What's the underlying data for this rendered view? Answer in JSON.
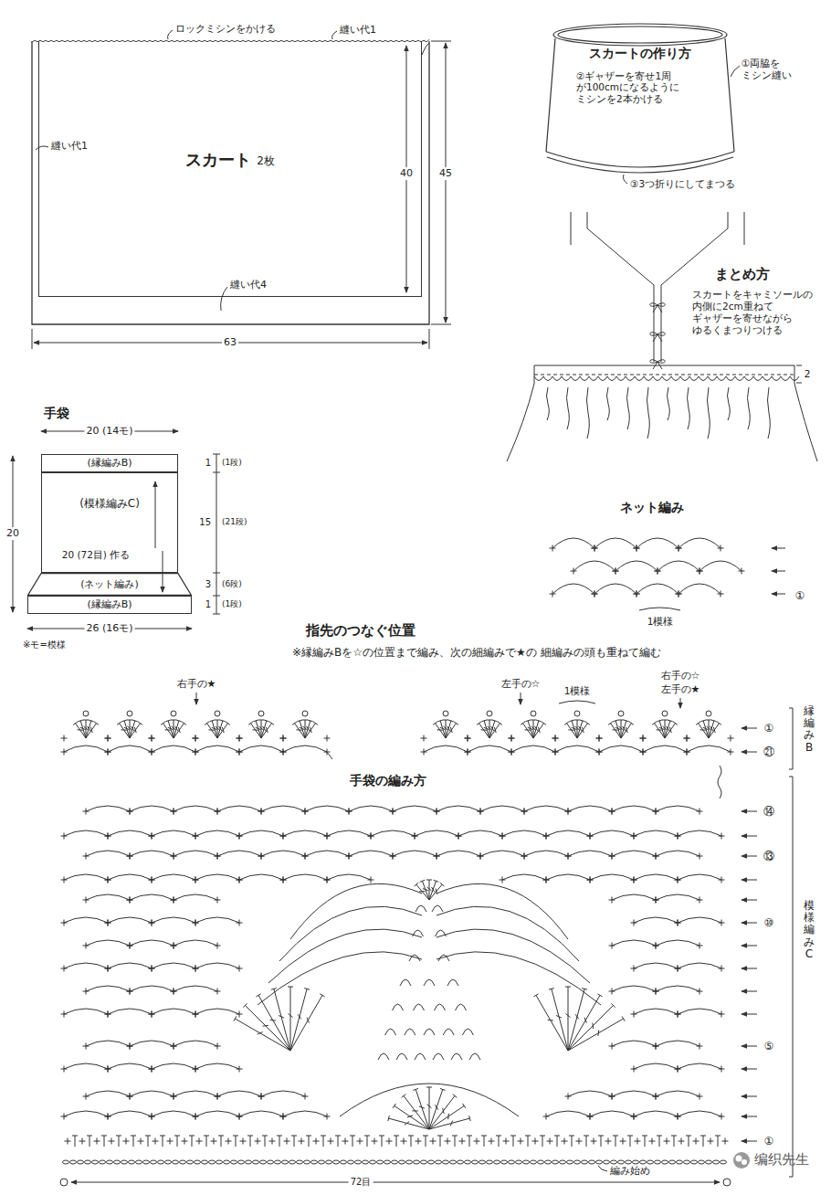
{
  "diagram": {
    "nodes": [
      {
        "text": [
          "スカート",
          "2枚"
        ]
      },
      {
        "text": [
          "スカートの作り方",
          "②ギャザーを寄せ1周 が100cmになるように ミシンを2本かける"
        ]
      },
      {
        "text": [
          "(縁編みB)"
        ]
      },
      {
        "text": [
          "(模様編みC)"
        ]
      },
      {
        "text": [
          "(ネット編み)"
        ]
      },
      {
        "text": [
          "(縁編みB)"
        ]
      }
    ],
    "labels": [
      "ロックミシンをかける",
      "縫い代1",
      "縫い代1",
      "40",
      "45",
      "縫い代4",
      "63",
      "①両脇を ミシン縫い",
      "③3つ折りにしてまつる",
      "まとめ方",
      "スカートをキャミソールの 内側に2cm重ねて ギャザーを寄せながら ゆるくまつりつける",
      "2",
      "手袋",
      "20 (14モ)",
      "20 (72目) 作る",
      "26 (16モ)",
      "20",
      "1",
      "(1段)",
      "15",
      "(21段)",
      "3",
      "(6段)",
      "1",
      "(1段)",
      "※モ=模様",
      "ネット編み",
      "①",
      "1模様",
      "指先のつなぐ位置",
      "※縁編みBを☆の位置まで編み、次の細編みで★の 細編みの頭も重ねて編む",
      "右手の★",
      "左手の☆",
      "1模様",
      "右手の☆",
      "左手の★",
      "①",
      "㉑",
      "縁編みB",
      "手袋の編み方",
      "⑭",
      "⑬",
      "⑩",
      "⑤",
      "①",
      "模様編みC",
      "編み始め",
      "72目",
      "编织先生"
    ]
  }
}
